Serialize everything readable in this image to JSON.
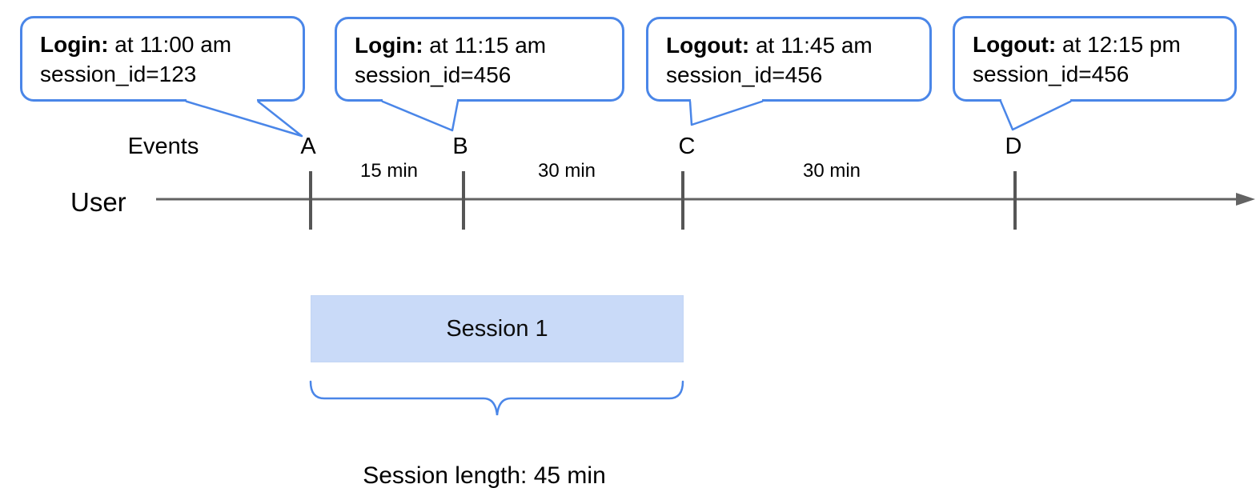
{
  "colors": {
    "accent": "#4a86e8",
    "timeline": "#636363",
    "tick": "#565656",
    "session_fill": "#c9daf8"
  },
  "bubbles": [
    {
      "bold_label": "Login:",
      "rest": " at 11:00 am",
      "line2": "session_id=123"
    },
    {
      "bold_label": "Login:",
      "rest": " at 11:15 am",
      "line2": "session_id=456"
    },
    {
      "bold_label": "Logout:",
      "rest": " at 11:45 am",
      "line2": "session_id=456"
    },
    {
      "bold_label": "Logout:",
      "rest": " at 12:15 pm",
      "line2": "session_id=456"
    }
  ],
  "timeline": {
    "row_label": "User",
    "events_label": "Events",
    "event_markers": [
      {
        "letter": "A"
      },
      {
        "letter": "B"
      },
      {
        "letter": "C"
      },
      {
        "letter": "D"
      }
    ],
    "intervals": [
      {
        "label": "15 min"
      },
      {
        "label": "30 min"
      },
      {
        "label": "30 min"
      }
    ]
  },
  "session": {
    "box_label": "Session 1",
    "length_label": "Session length: 45 min"
  }
}
